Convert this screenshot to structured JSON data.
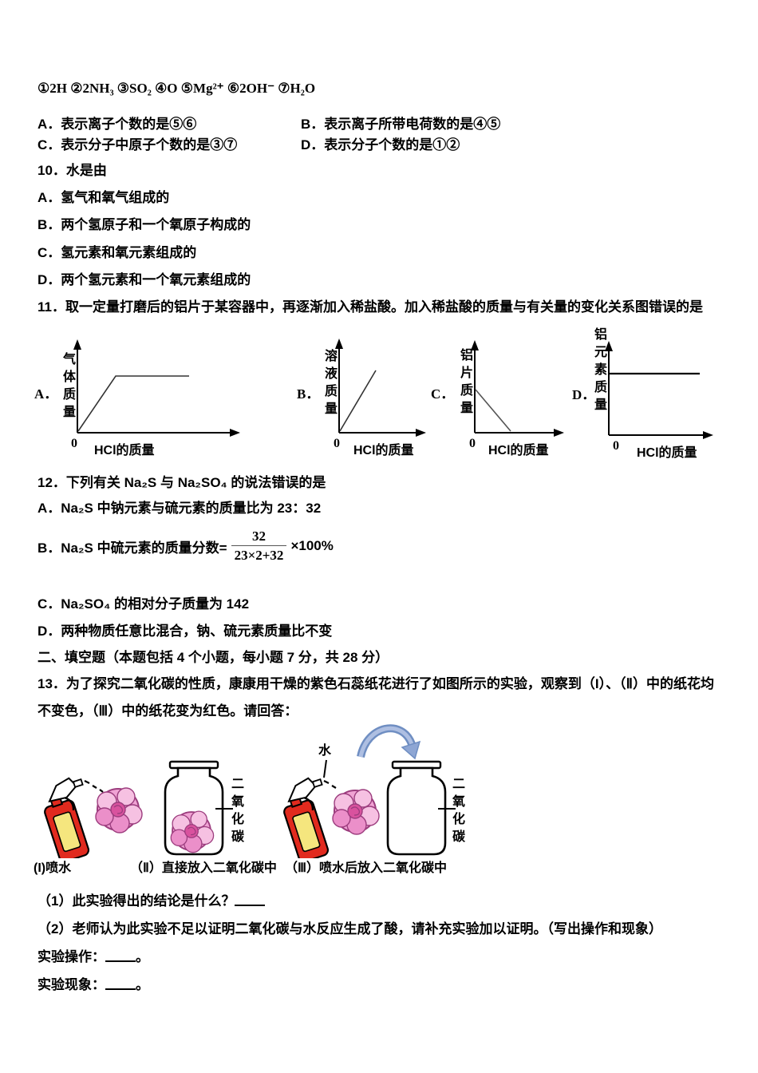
{
  "q9": {
    "formula_line": "①2H ②2NH₃ ③SO₂ ④O ⑤Mg²⁺ ⑥2OH⁻ ⑦H₂O",
    "option_a": "A．表示离子个数的是⑤⑥",
    "option_b": "B．表示离子所带电荷数的是④⑤",
    "option_c": "C．表示分子中原子个数的是③⑦",
    "option_d": "D．表示分子个数的是①②"
  },
  "q10": {
    "stem": "10．水是由",
    "option_a": "A．氢气和氧气组成的",
    "option_b": "B．两个氢原子和一个氧原子构成的",
    "option_c": "C．氢元素和氧元素组成的",
    "option_d": "D．两个氢元素和一个氧元素组成的"
  },
  "q11": {
    "stem": "11．取一定量打磨后的铝片于某容器中，再逐渐加入稀盐酸。加入稀盐酸的质量与有关量的变化关系图错误的是",
    "graphs": [
      {
        "letter": "A．",
        "ylabel": "气体质量",
        "origin_tick": "0",
        "xlabel": "HCl的质量",
        "trend": "rises from origin then plateaus"
      },
      {
        "letter": "B．",
        "ylabel": "溶液质量",
        "origin_tick": "0",
        "xlabel": "HCl的质量",
        "trend": "increases linearly from origin"
      },
      {
        "letter": "C．",
        "ylabel": "铝片质量",
        "origin_tick": "0",
        "xlabel": "HCl的质量",
        "trend": "decreases to zero then stays zero"
      },
      {
        "letter": "D．",
        "ylabel": "铝元素质量",
        "origin_tick": "0",
        "xlabel": "HCl的质量",
        "trend": "constant horizontal line"
      }
    ]
  },
  "q12": {
    "stem": "12．下列有关 Na₂S 与 Na₂SO₄ 的说法错误的是",
    "option_a": "A．Na₂S 中钠元素与硫元素的质量比为 23：32",
    "option_b_prefix": "B．Na₂S 中硫元素的质量分数=",
    "fraction": {
      "numerator": "32",
      "denominator": "23×2+32"
    },
    "option_b_suffix": "×100%",
    "option_c": "C．Na₂SO₄ 的相对分子质量为 142",
    "option_d": "D．两种物质任意比混合，钠、硫元素质量比不变"
  },
  "section2_heading": "二、填空题（本题包括 4 个小题，每小题 7 分，共 28 分）",
  "q13": {
    "stem_line1": "13．为了探究二氧化碳的性质，康康用干燥的紫色石蕊纸花进行了如图所示的实验，观察到（I）、（Ⅱ）中的纸花均",
    "stem_line2": "不变色，（Ⅲ）中的纸花变为红色。请回答：",
    "figure": {
      "water_label": "水",
      "jar1_label": "二氧化碳",
      "jar2_label": "二氧化碳",
      "caption1": "(I)喷水",
      "caption2": "（Ⅱ）直接放入二氧化碳中",
      "caption3": "（Ⅲ）喷水后放入二氧化碳中"
    },
    "sub1_prefix": "（1）此实验得出的结论是什么？",
    "sub2": "（2）老师认为此实验不足以证明二氧化碳与水反应生成了酸，请补充实验加以证明。（写出操作和现象）",
    "op_prefix": "实验操作：",
    "op_suffix": "。",
    "ph_prefix": "实验现象：",
    "ph_suffix": "。"
  },
  "colors": {
    "ink": "#000000",
    "bottle_red": "#e12a1e",
    "bottle_label_yellow": "#f5e67e",
    "flower_pink": "#f0a3d4",
    "flower_outline": "#9c3d7e",
    "flower_center": "#d9529e",
    "arrow_blue": "#8ea6d4"
  }
}
